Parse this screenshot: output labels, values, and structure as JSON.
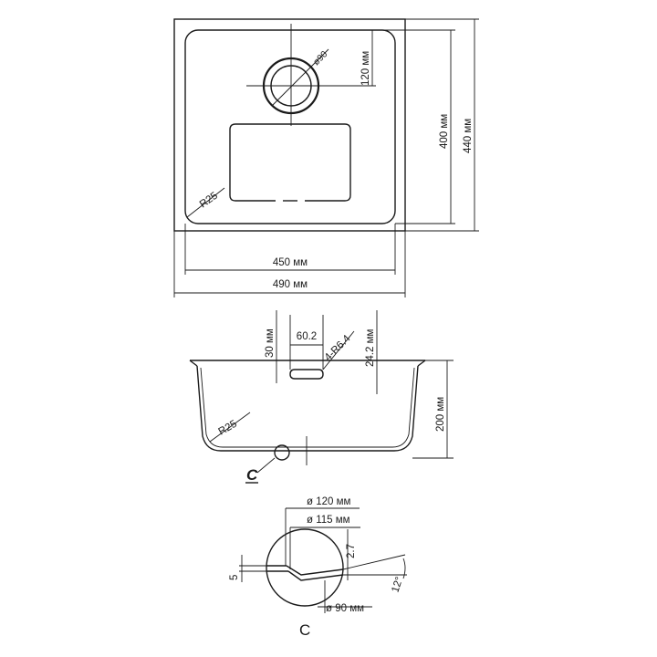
{
  "top_view": {
    "width_inner": "450 мм",
    "width_outer": "490 мм",
    "height_inner": "400 мм",
    "height_outer": "440 мм",
    "drain_offset": "120 мм",
    "drain_diameter": "ø90",
    "corner_radius": "R25"
  },
  "side_view": {
    "flange_depth": "30 мм",
    "slot_width": "60.2",
    "slot_radius": "4-R6.4",
    "overflow_depth": "24.2 мм",
    "bowl_depth": "200 мм",
    "corner_radius": "R25",
    "detail_callout": "C"
  },
  "detail_view": {
    "dia_outer": "ø 120 мм",
    "dia_mid": "ø 115 мм",
    "dia_drain": "ø 90 мм",
    "step": "2.7",
    "thickness": "5",
    "angle": "12°",
    "title": "C"
  }
}
